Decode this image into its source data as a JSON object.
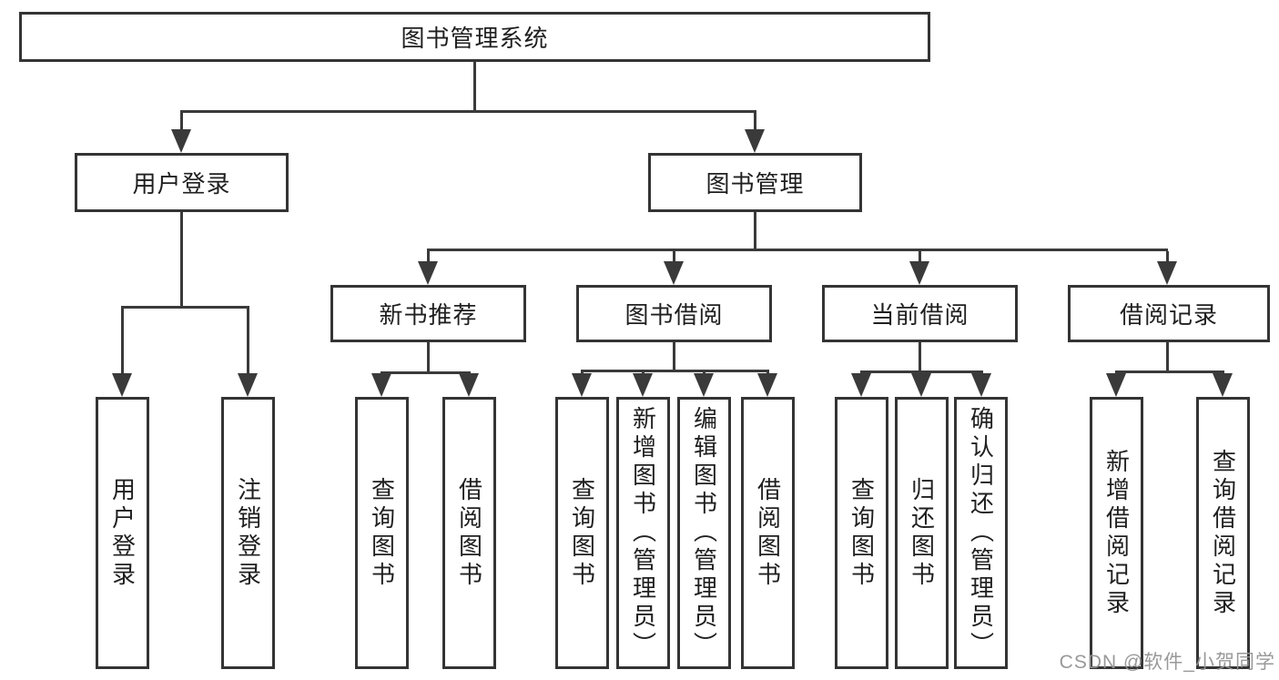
{
  "diagram": {
    "title": "图书管理系统",
    "level2": {
      "user_login": "用户登录",
      "book_mgmt": "图书管理"
    },
    "level3": {
      "new_books": "新书推荐",
      "book_borrow": "图书借阅",
      "current_borrow": "当前借阅",
      "borrow_records": "借阅记录"
    },
    "leaves": {
      "user_login": [
        "用户登录",
        "注销登录"
      ],
      "new_books": [
        "查询图书",
        "借阅图书"
      ],
      "book_borrow": [
        "查询图书",
        "新增图书（管理员）",
        "编辑图书（管理员）",
        "借阅图书"
      ],
      "current_borrow": [
        "查询图书",
        "归还图书",
        "确认归还（管理员）"
      ],
      "borrow_records": [
        "新增借阅记录",
        "查询借阅记录"
      ]
    }
  },
  "watermark": {
    "text": "CSDN @软件_小贺同学",
    "color": "#949494"
  },
  "colors": {
    "background": "#ffffff",
    "box_border": "#343434",
    "line": "#3a3a3a",
    "text": "#1f1f1f"
  }
}
